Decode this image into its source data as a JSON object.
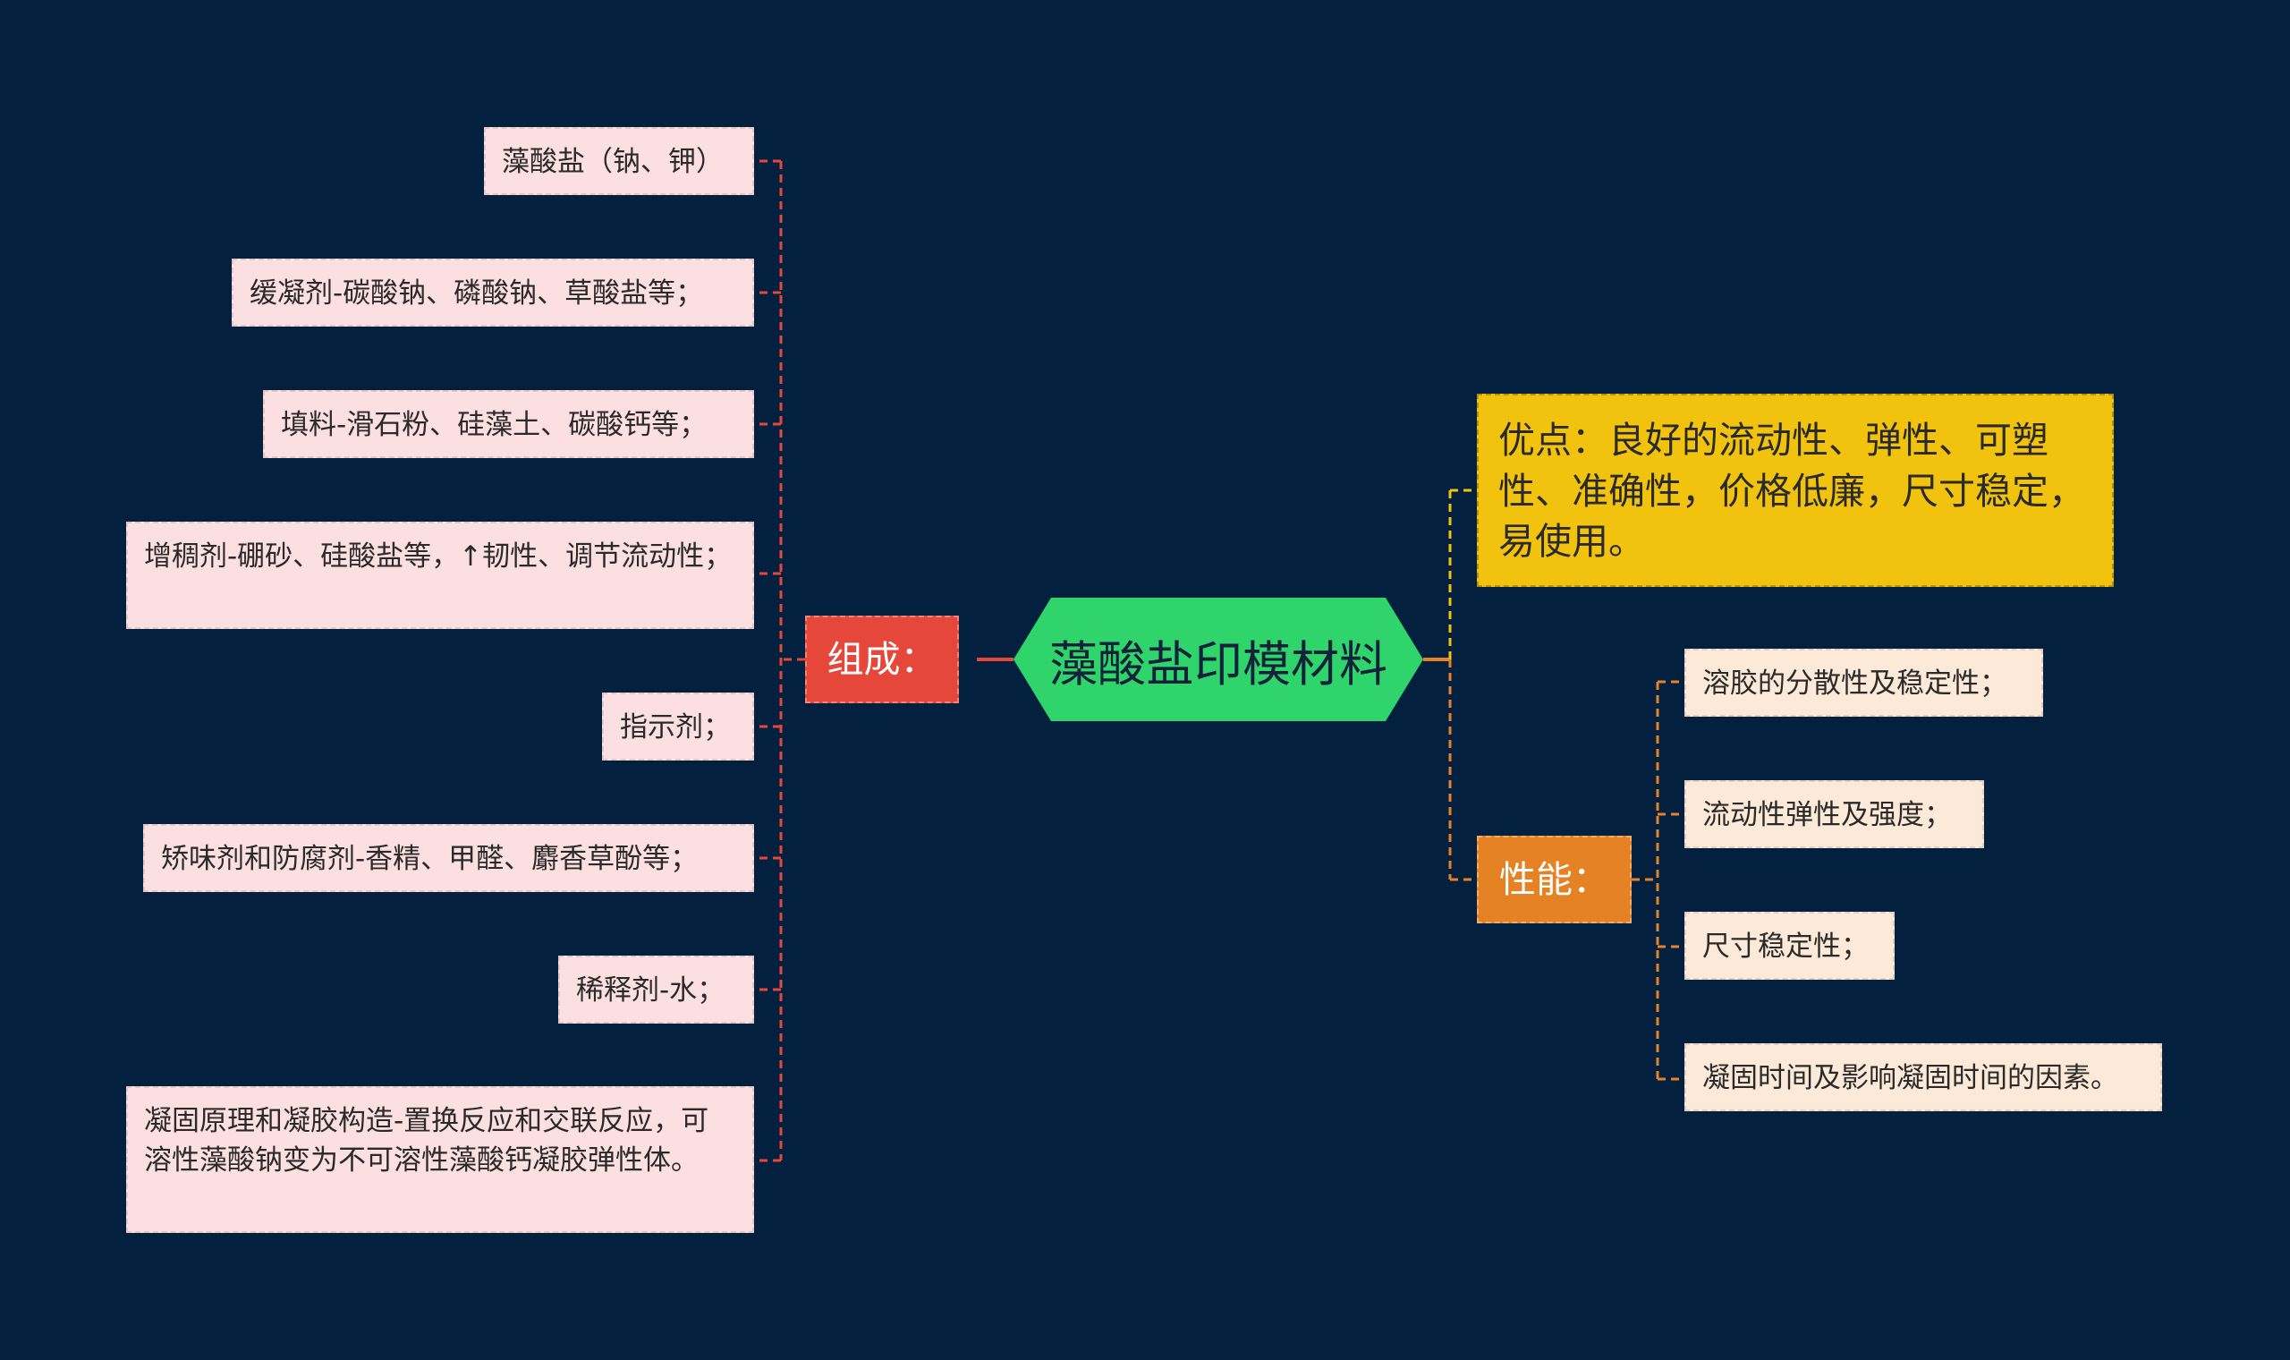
{
  "root": {
    "title": "藻酸盐印模材料"
  },
  "left_branch": {
    "label": "组成：",
    "color": "#e5473b",
    "items": [
      "藻酸盐（钠、钾）",
      "缓凝剂-碳酸钠、磷酸钠、草酸盐等；",
      "填料-滑石粉、硅藻土、碳酸钙等；",
      "增稠剂-硼砂、硅酸盐等，↑韧性、调节流动性；",
      "指示剂；",
      "矫味剂和防腐剂-香精、甲醛、麝香草酚等；",
      "稀释剂-水；",
      "凝固原理和凝胶构造-置换反应和交联反应，可溶性藻酸钠变为不可溶性藻酸钙凝胶弹性体。"
    ]
  },
  "right_top": {
    "text": "优点：良好的流动性、弹性、可塑性、准确性，价格低廉，尺寸稳定，易使用。",
    "color": "#f2c30e"
  },
  "right_branch": {
    "label": "性能：",
    "color": "#e58224",
    "items": [
      "溶胶的分散性及稳定性；",
      "流动性弹性及强度；",
      "尺寸稳定性；",
      "凝固时间及影响凝固时间的因素。"
    ]
  },
  "colors": {
    "background": "#03213f",
    "root": "#2fd46b",
    "left_leaf": "#fcdfe0",
    "right_leaf": "#fce9d8",
    "left_link": "#e5473b",
    "right_link_top": "#f2c30e",
    "right_link_bottom": "#e58224"
  }
}
